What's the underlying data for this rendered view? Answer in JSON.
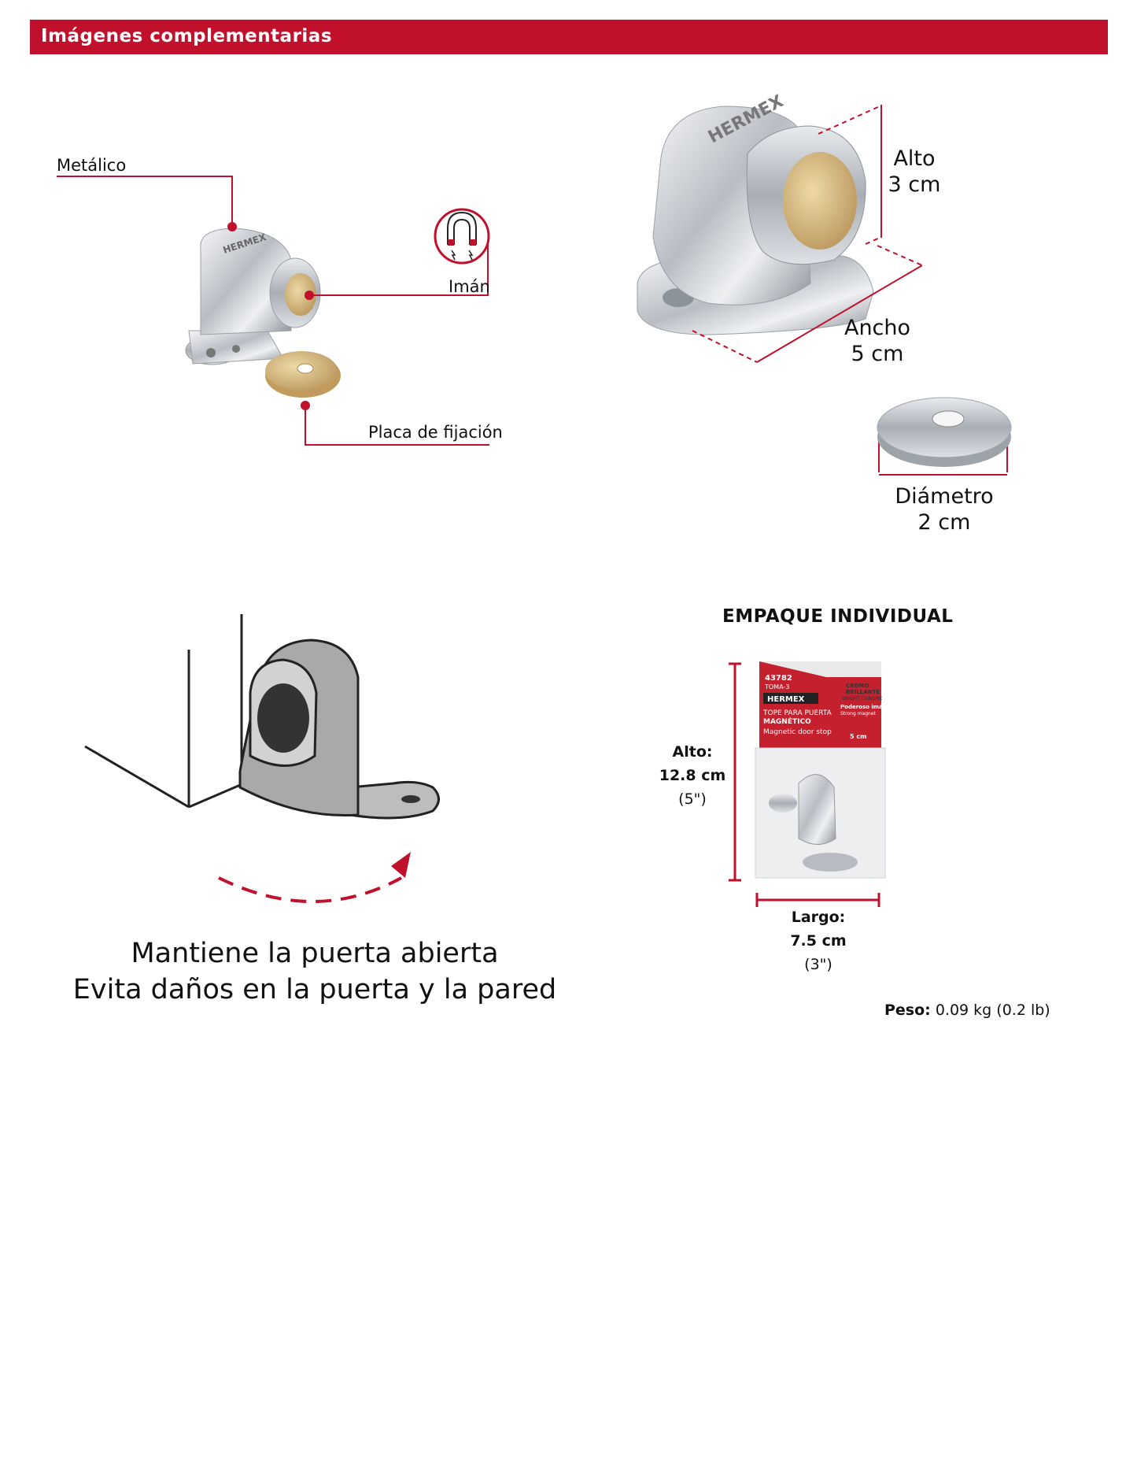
{
  "header": {
    "title": "Imágenes complementarias"
  },
  "callouts": {
    "metal": "Metálico",
    "magnet": "Imán",
    "plate": "Placa de fijación"
  },
  "dimensions": {
    "height_label": "Alto",
    "height_value": "3 cm",
    "width_label": "Ancho",
    "width_value": "5 cm",
    "diameter_label": "Diámetro",
    "diameter_value": "2 cm"
  },
  "brand": "HERMEX",
  "benefits": {
    "line1": "Mantiene la puerta abierta",
    "line2": "Evita daños en la puerta y la pared"
  },
  "package": {
    "title": "EMPAQUE INDIVIDUAL",
    "height_label": "Alto:",
    "height_cm": "12.8 cm",
    "height_in": "(5\")",
    "length_label": "Largo:",
    "length_cm": "7.5 cm",
    "length_in": "(3\")",
    "card": {
      "code": "43782",
      "model": "TOMA-3",
      "brand": "HERMEX",
      "name1": "TOPE PARA PUERTA",
      "name2": "MAGNÉTICO",
      "name_en": "Magnetic door stop",
      "finish1": "CROMO",
      "finish2": "BRILLANTE",
      "finish_en": "BRIGHT CHROME",
      "feature": "Poderoso imán",
      "feature_en": "Strong magnet",
      "size": "5 cm"
    }
  },
  "weight": {
    "label": "Peso:",
    "value": "0.09 kg (0.2 lb)"
  },
  "colors": {
    "accent": "#c0102c",
    "chrome": "#c9ccd0",
    "brass": "#d8b878"
  }
}
